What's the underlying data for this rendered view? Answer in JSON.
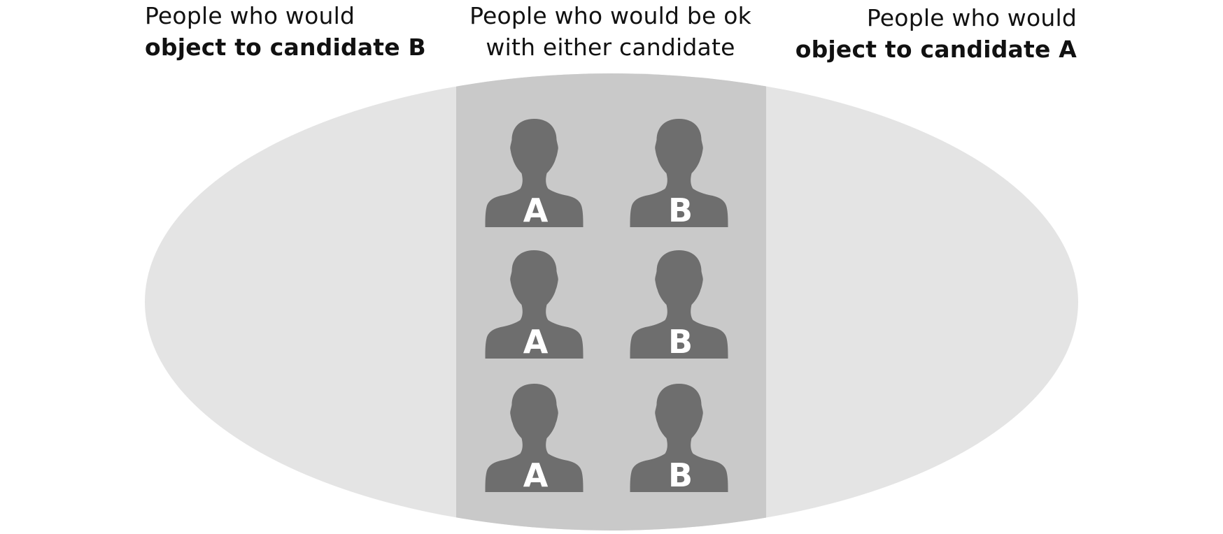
{
  "labels": {
    "left": {
      "line1": "People who would",
      "line2": "object to candidate B"
    },
    "center": {
      "line1": "People who would be ok",
      "line2": "with either candidate"
    },
    "right": {
      "line1": "People who would",
      "line2": "object to candidate A"
    }
  },
  "people": [
    {
      "letter": "A"
    },
    {
      "letter": "B"
    },
    {
      "letter": "A"
    },
    {
      "letter": "B"
    },
    {
      "letter": "A"
    },
    {
      "letter": "B"
    }
  ],
  "colors": {
    "ellipse": "#e4e4e4",
    "center_band": "#c9c9c9",
    "silhouette": "#6e6e6e",
    "letter": "#ffffff"
  },
  "icons": {
    "person": "person-silhouette-icon"
  }
}
